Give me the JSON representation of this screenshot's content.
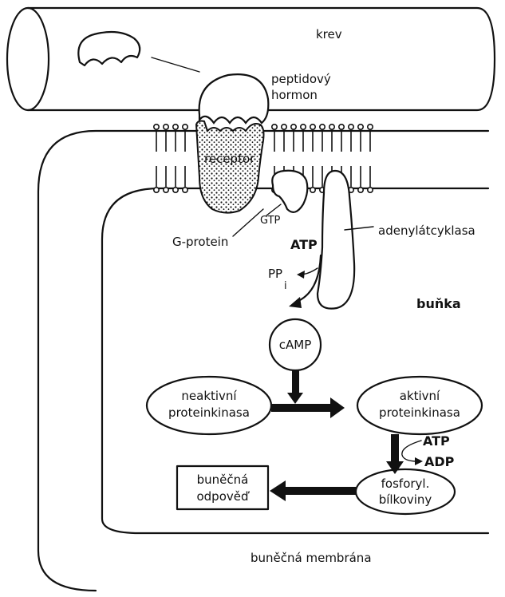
{
  "labels": {
    "blood": "krev",
    "hormone_line1": "peptidový",
    "hormone_line2": "hormon",
    "receptor": "receptor",
    "gtp": "GTP",
    "g_protein": "G-protein",
    "atp_top": "ATP",
    "ppi_main": "PP",
    "ppi_sub": "i",
    "adenylate_cyclase": "adenylátcyklasa",
    "cell": "buňka",
    "camp": "cAMP",
    "inactive_pk_line1": "neaktivní",
    "inactive_pk_line2": "proteinkinasa",
    "active_pk_line1": "aktivní",
    "active_pk_line2": "proteinkinasa",
    "atp_side": "ATP",
    "adp": "ADP",
    "phospho_line1": "fosforyl.",
    "phospho_line2": "bílkoviny",
    "response_line1": "buněčná",
    "response_line2": "odpověď",
    "membrane": "buněčná membrána"
  }
}
